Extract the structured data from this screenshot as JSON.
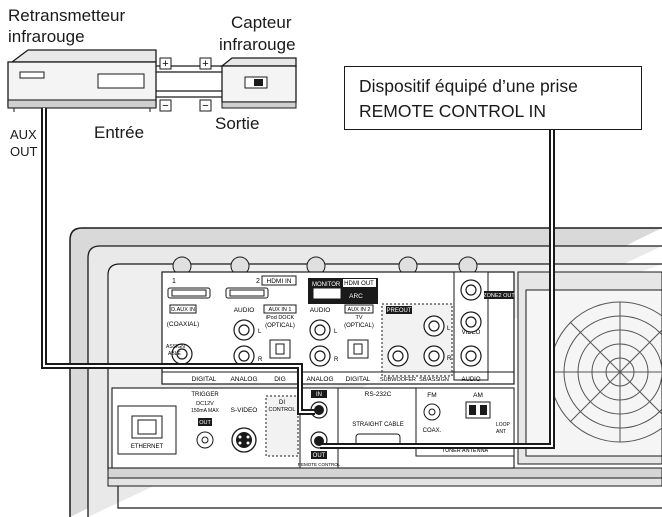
{
  "labels": {
    "retransmitter_line1": "Retransmetteur",
    "retransmitter_line2": "infrarouge",
    "sensor_line1": "Capteur",
    "sensor_line2": "infrarouge",
    "input": "Entrée",
    "output": "Sortie",
    "aux_line1": "AUX",
    "aux_line2": "OUT",
    "device_line1": "Dispositif équipé d’une prise",
    "device_line2": "REMOTE CONTROL IN"
  },
  "panel": {
    "hdmi1": "1",
    "hdmi2": "2",
    "hdmi_in": "HDMI IN",
    "monitor": "MONITOR",
    "hdmi_out": "HDMI OUT",
    "arc": "ARC",
    "daux_in": "D.AUX IN",
    "coaxial": "(COAXIAL)",
    "audio1": "AUDIO",
    "aux_in1_a": "AUX IN 1",
    "aux_in1_b": "iPod DOCK",
    "optical": "(OPTICAL)",
    "audio2": "AUDIO",
    "aux_in2_a": "AUX IN 2",
    "aux_in2_b": "TV",
    "optical2": "(OPTICAL)",
    "preout": "PREOUT",
    "video": "VIDEO",
    "zone2_out": "ZONE2 OUT",
    "assign_a": "ASSIGN",
    "assign_b": "ABLE",
    "l": "L",
    "r": "R",
    "digital": "DIGITAL",
    "analog": "ANALOG",
    "dig": "DIG",
    "analog2": "ANALOG",
    "digital2": "DIGITAL",
    "subwoofer": "SUBWOOFER",
    "sb_assign": "SB/ASSIGN",
    "audio3": "AUDIO",
    "trigger": "TRIGGER",
    "dc12v": "DC12V",
    "ma150": "150mA MAX",
    "out": "OUT",
    "svideo": "S-VIDEO",
    "di": "DI",
    "control": "CONTROL",
    "ethernet": "ETHERNET",
    "in": "IN",
    "out2": "OUT",
    "remote_control": "REMOTE CONTROL",
    "rs232c": "RS-232C",
    "straight_cable": "STRAIGHT CABLE",
    "fm": "FM",
    "am": "AM",
    "coax": "COAX.",
    "loop_a": "LOOP",
    "loop_b": "ANT",
    "tuner_antenna": "TUNER ANTENNA"
  },
  "polarity": {
    "plus": "+",
    "minus": "−"
  }
}
